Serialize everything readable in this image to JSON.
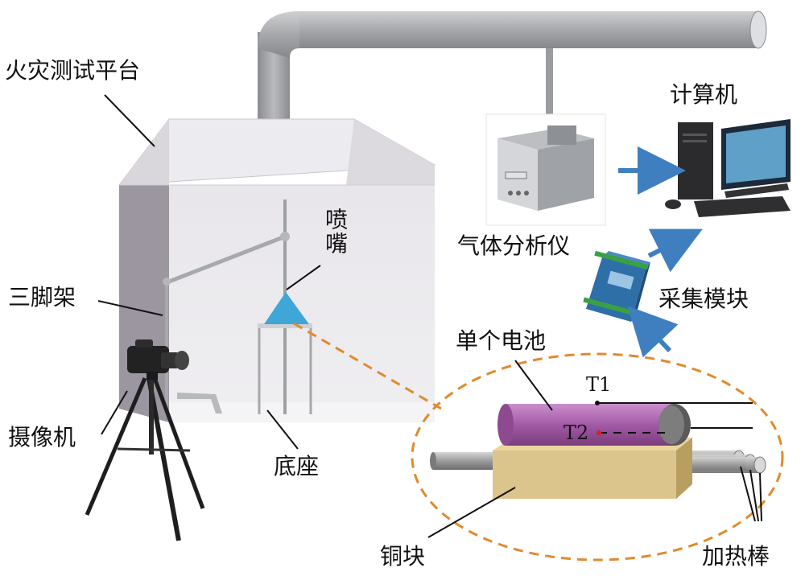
{
  "labels": {
    "fire_platform": "火灾测试平台",
    "tripod": "三脚架",
    "camera": "摄像机",
    "nozzle": "喷嘴",
    "base": "底座",
    "gas_analyzer": "气体分析仪",
    "computer": "计算机",
    "acquisition_module": "采集模块",
    "single_battery": "单个电池",
    "t1": "T1",
    "t2": "T2",
    "copper_block": "铜块",
    "heating_rods": "加热棒"
  },
  "colors": {
    "hood_front": "#e3e1e6",
    "hood_side": "#9b96a0",
    "hood_top": "#ecebef",
    "duct": "#a9abae",
    "nozzle": "#3fa6d8",
    "battery": "#a35aa6",
    "copper_block": "#dcc58c",
    "heating_rod": "#9c9c9c",
    "dashed_ellipse": "#e08a2e",
    "arrow": "#3f7fc0"
  }
}
